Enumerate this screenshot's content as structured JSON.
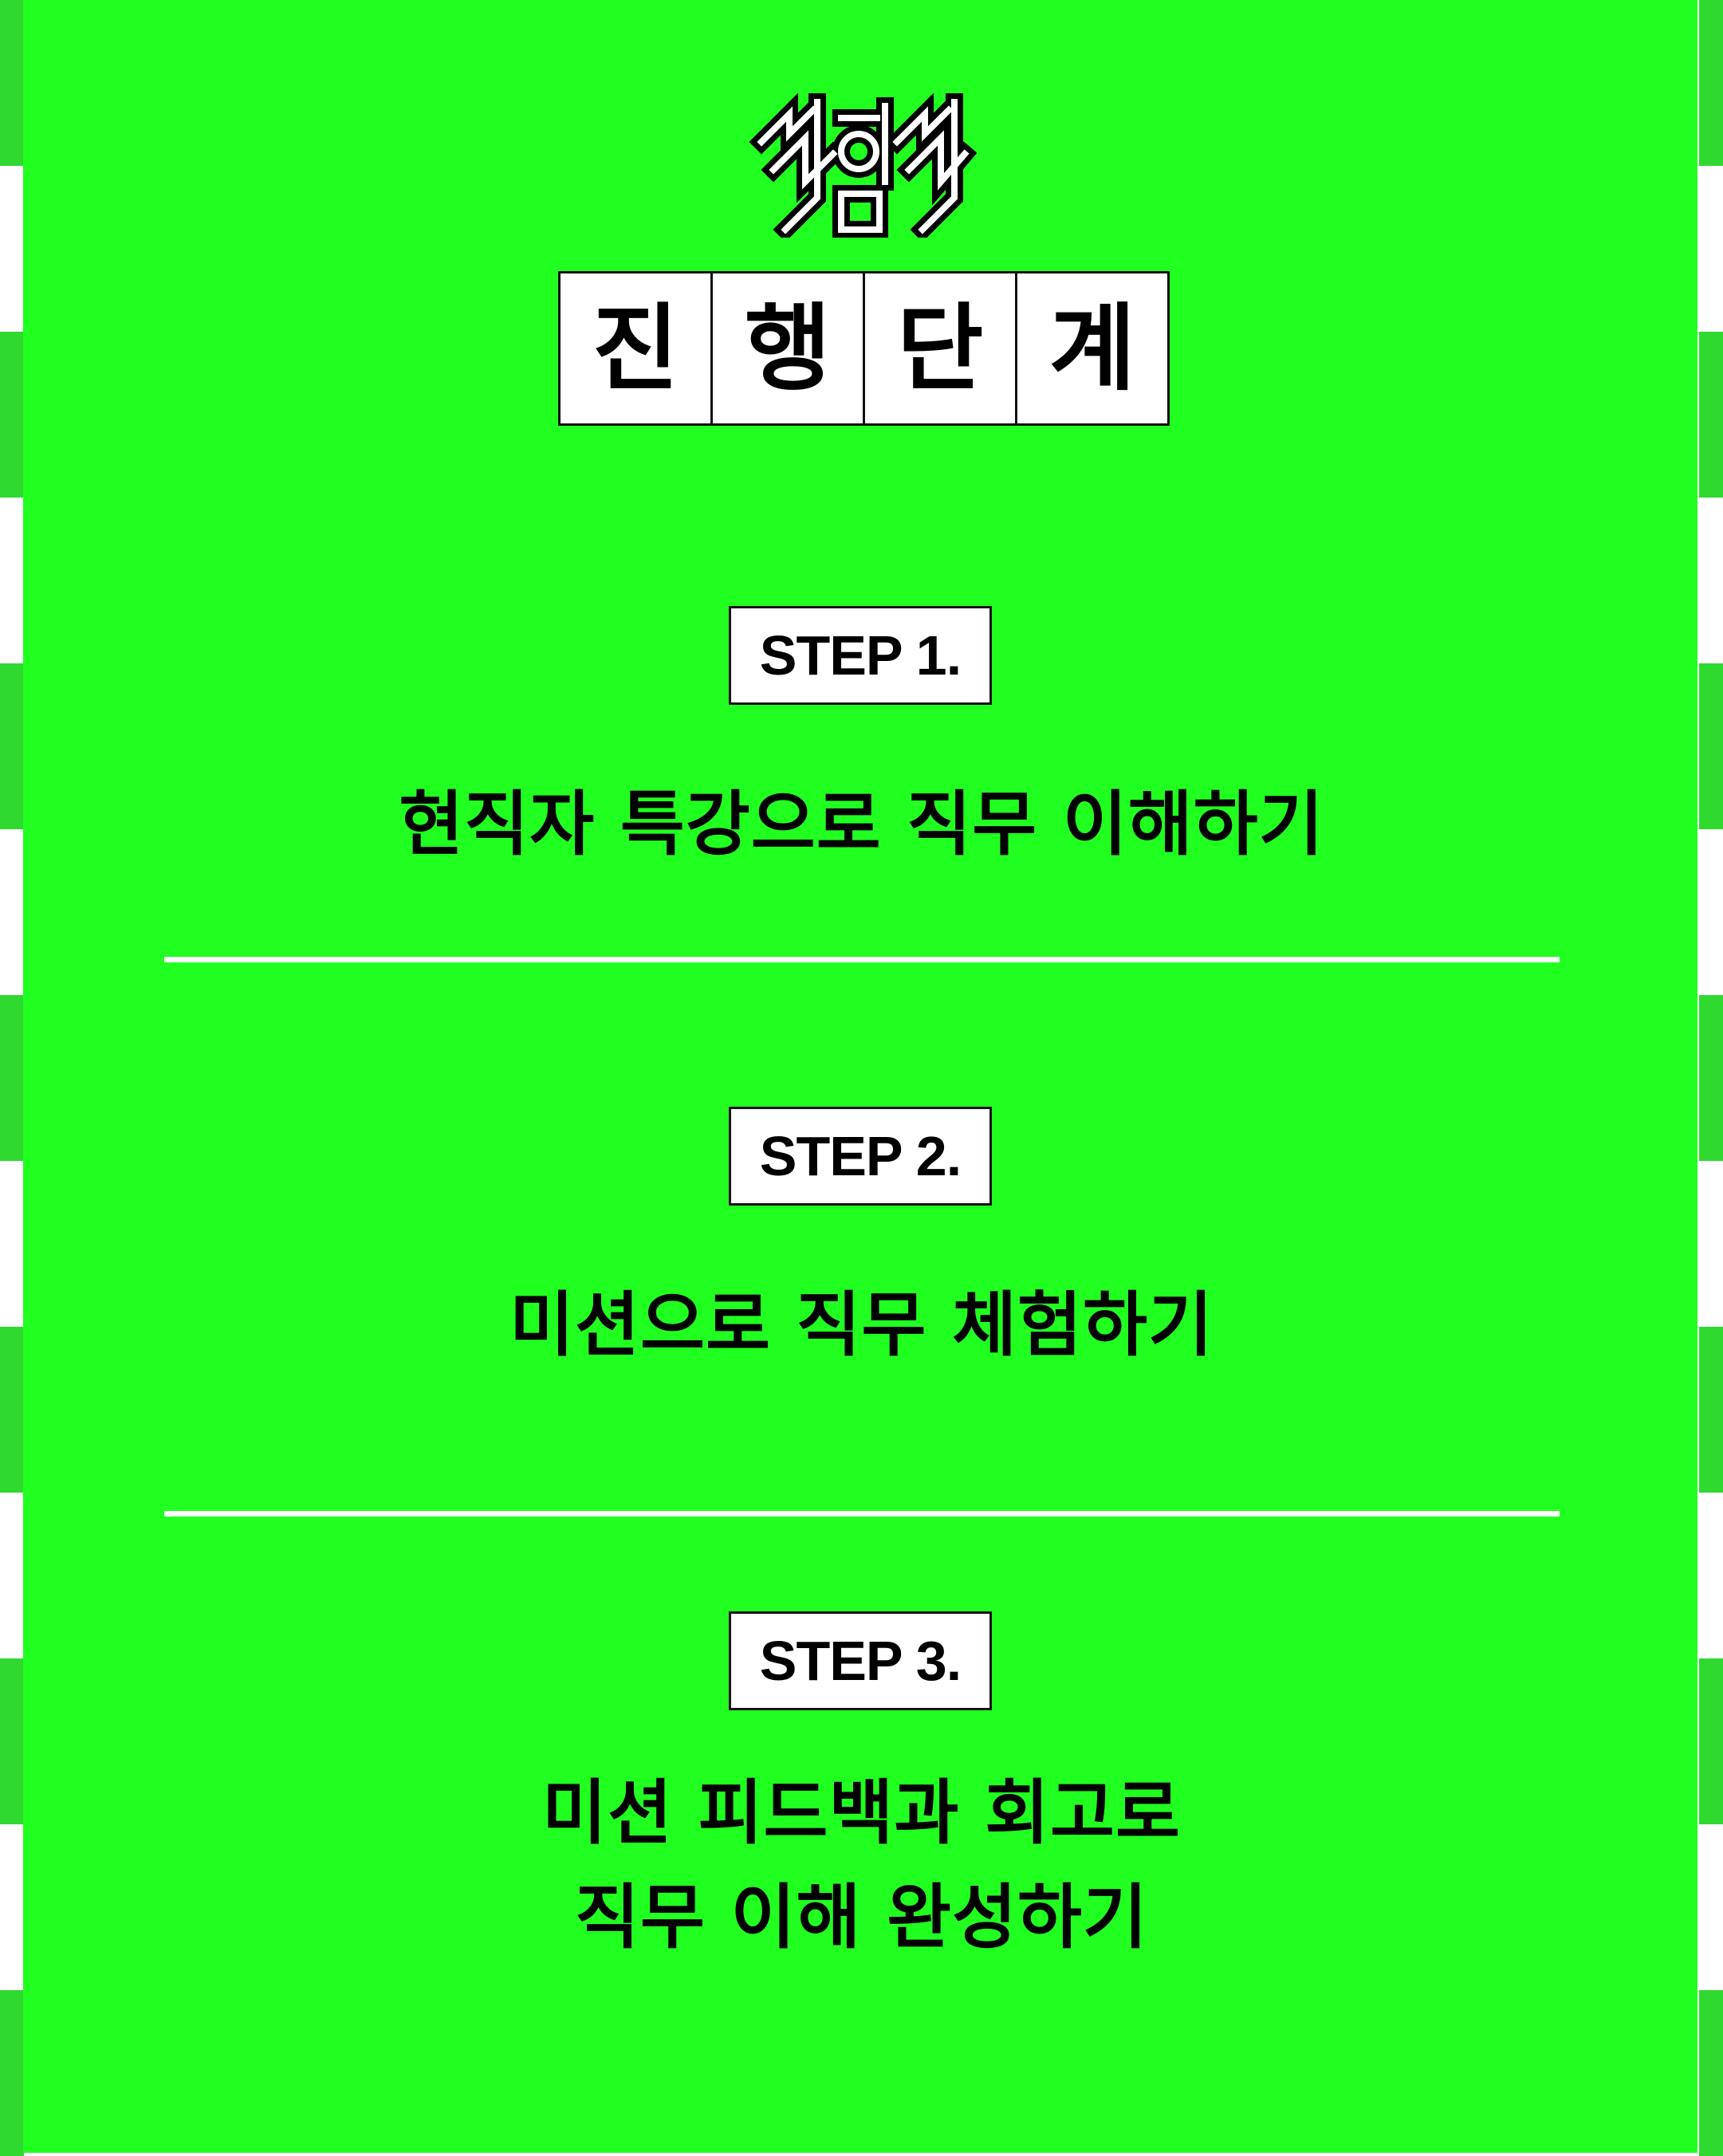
{
  "logo_text": "직험직",
  "title_chars": [
    "진",
    "행",
    "단",
    "계"
  ],
  "steps": [
    {
      "badge": "STEP 1.",
      "lines": [
        "현직자 특강으로 직무 이해하기"
      ]
    },
    {
      "badge": "STEP 2.",
      "lines": [
        "미션으로 직무 체험하기"
      ]
    },
    {
      "badge": "STEP 3.",
      "lines": [
        "미션 피드백과 회고로",
        "직무 이해 완성하기"
      ]
    }
  ],
  "colors": {
    "background": "#21ff21",
    "edge_band": "#2fd92f",
    "box": "#ffffff",
    "text": "#000000"
  }
}
